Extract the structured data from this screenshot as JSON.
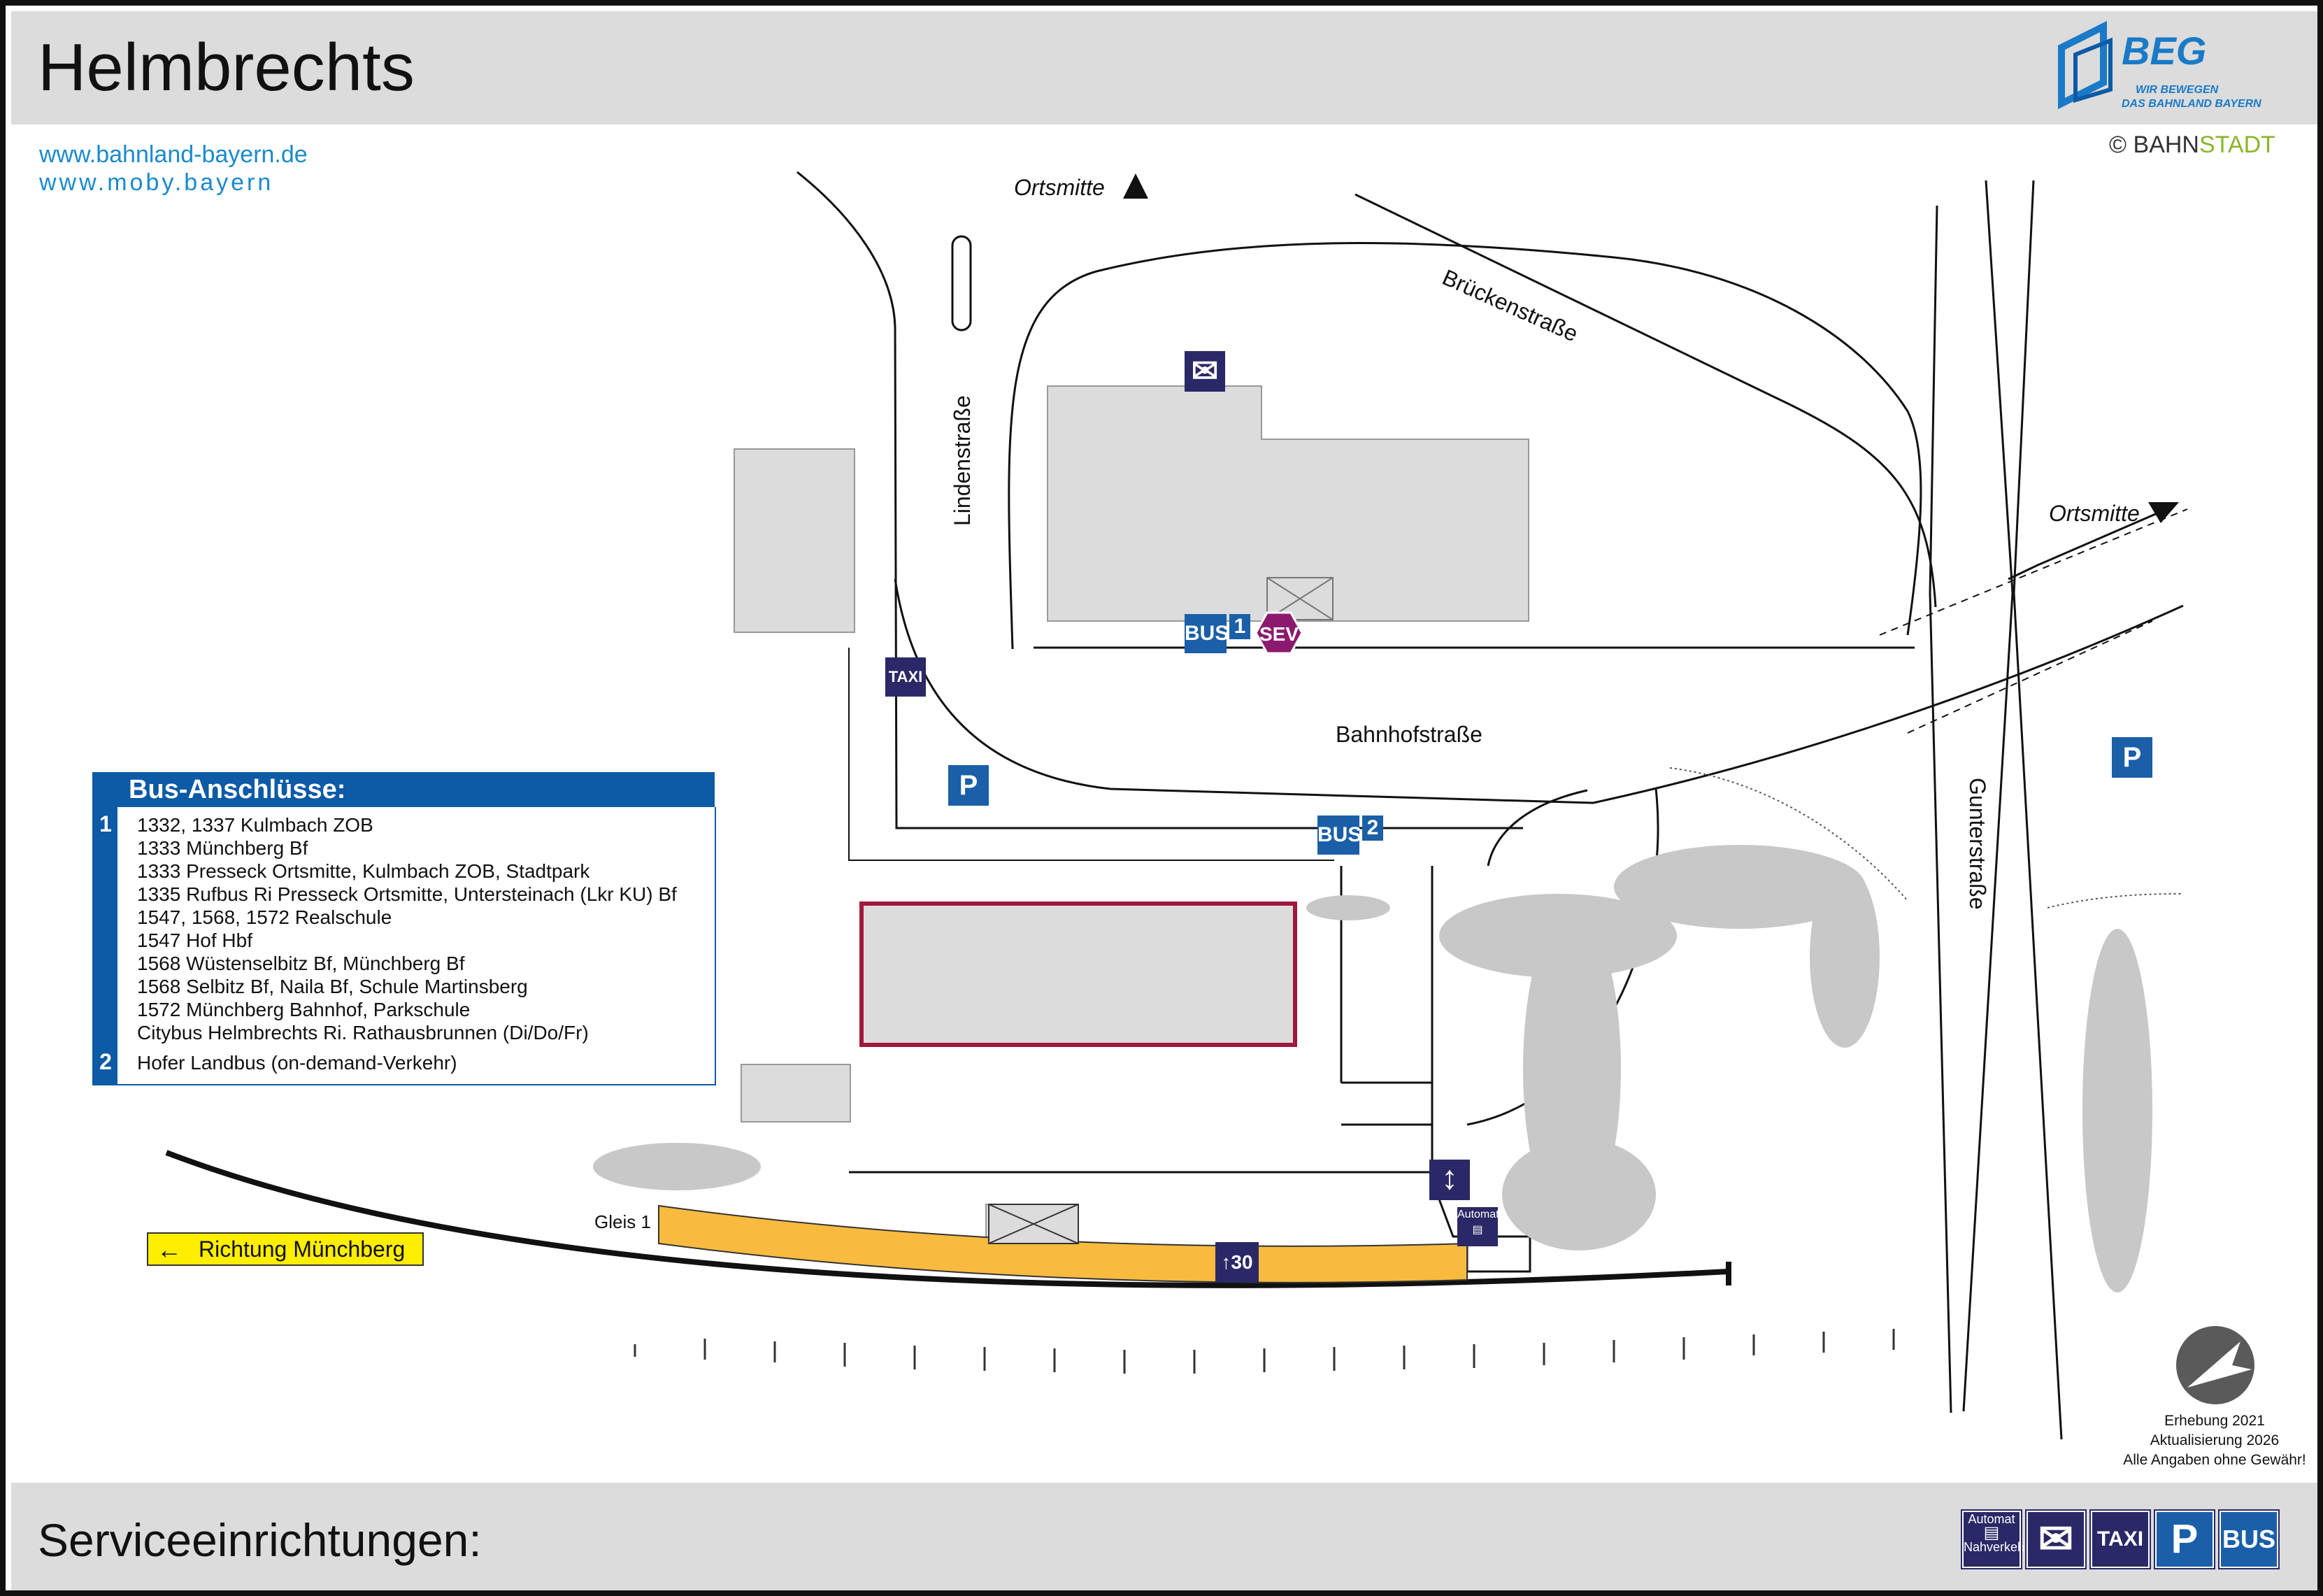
{
  "title": "Helmbrechts",
  "links": [
    "www.bahnland-bayern.de",
    "www.moby.bayern"
  ],
  "logo": {
    "name": "BEG",
    "sub1": "WIR BEWEGEN",
    "sub2": "DAS BAHNLAND BAYERN"
  },
  "copyright": {
    "symbol": "©",
    "bahn": "BAHN",
    "stadt": "STADT"
  },
  "streets": {
    "ortsmitte_top": "Ortsmitte",
    "ortsmitte_right": "Ortsmitte",
    "lindenstrasse": "Lindenstraße",
    "brueckenstrasse": "Brückenstraße",
    "bahnhofstrasse": "Bahnhofstraße",
    "gunterstrasse": "Gunterstraße"
  },
  "map_labels": {
    "gleis": "Gleis 1",
    "platform_height": "30",
    "taxi": "TAXI",
    "parking": "P",
    "bus": "BUS",
    "sev": "SEV",
    "automat": "Automat"
  },
  "bus_stops": [
    {
      "label": "BUS",
      "num": "1"
    },
    {
      "label": "BUS",
      "num": "2"
    }
  ],
  "bus_panel": {
    "heading": "Bus-Anschlüsse:",
    "groups": [
      {
        "num": "1",
        "lines": [
          "1332, 1337 Kulmbach ZOB",
          "1333 Münchberg Bf",
          "1333 Presseck Ortsmitte, Kulmbach ZOB, Stadtpark",
          "1335 Rufbus Ri Presseck Ortsmitte, Untersteinach (Lkr KU) Bf",
          "1547, 1568, 1572 Realschule",
          "1547 Hof Hbf",
          "1568 Wüstenselbitz Bf, Münchberg Bf",
          "1568 Selbitz Bf, Naila Bf, Schule Martinsberg",
          "1572 Münchberg Bahnhof, Parkschule",
          "Citybus Helmbrechts Ri. Rathausbrunnen (Di/Do/Fr)"
        ]
      },
      {
        "num": "2",
        "lines": [
          "Hofer Landbus (on-demand-Verkehr)"
        ]
      }
    ]
  },
  "direction": {
    "arrow": "←",
    "label": "Richtung Münchberg"
  },
  "survey": [
    "Erhebung 2021",
    "Aktualisierung 2026",
    "Alle Angaben ohne Gewähr!"
  ],
  "footer": {
    "label": "Serviceeinrichtungen:",
    "icons": [
      {
        "name": "automat",
        "top": "Automat",
        "bottom": "Nahverkehr"
      },
      {
        "name": "post",
        "text": "✉"
      },
      {
        "name": "taxi",
        "text": "TAXI"
      },
      {
        "name": "parking",
        "text": "P"
      },
      {
        "name": "bus",
        "text": "BUS"
      }
    ]
  },
  "colors": {
    "navy": "#2a2866",
    "blue": "#1a5fa8",
    "platform": "#f8bb40",
    "highlight": "#a0183c",
    "sev": "#8b1a6e",
    "gray": "#dcdcdc"
  }
}
